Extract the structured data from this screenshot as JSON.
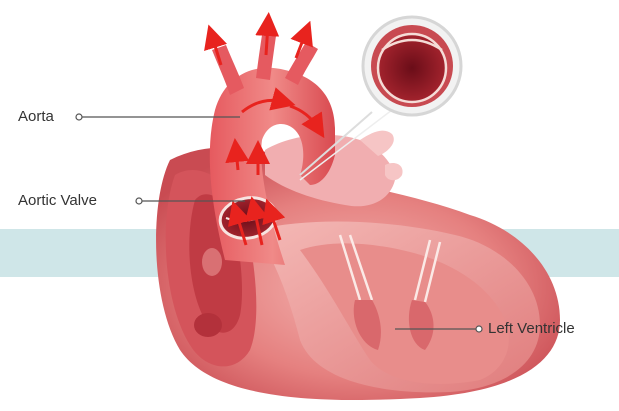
{
  "labels": {
    "aorta": "Aorta",
    "aortic_valve": "Aortic Valve",
    "left_ventricle": "Left Ventricle"
  },
  "colors": {
    "band": "#cfe6e8",
    "heart_dark": "#b5303a",
    "heart_mid": "#e06a6e",
    "heart_light": "#f0a7a6",
    "arrow": "#e8231e",
    "leader_line": "#555555"
  }
}
